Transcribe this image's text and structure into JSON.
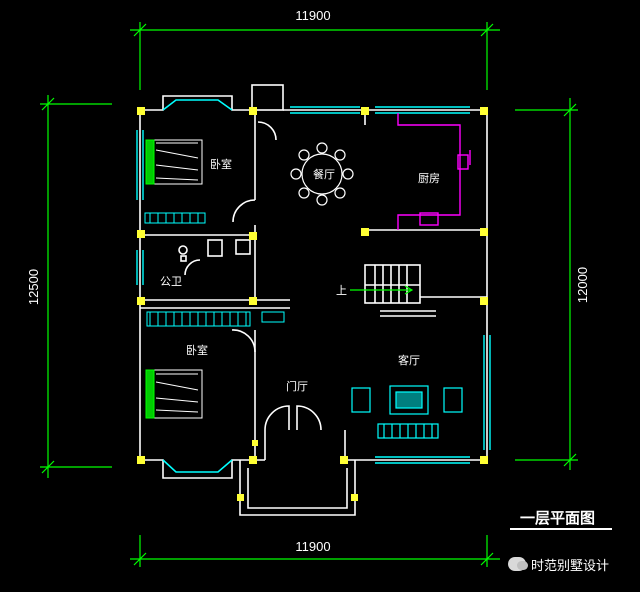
{
  "dimensions": {
    "top": "11900",
    "bottom": "11900",
    "left": "12500",
    "right": "12000"
  },
  "rooms": {
    "bedroom_upper": "卧室",
    "dining": "餐厅",
    "kitchen": "厨房",
    "bathroom": "公卫",
    "stair_up": "上",
    "bedroom_lower": "卧室",
    "foyer": "门厅",
    "living": "客厅"
  },
  "plan_title": "一层平面图",
  "watermark": "时范别墅设计",
  "colors": {
    "background": "#000000",
    "wall": "#ffffff",
    "dimension": "#00ff00",
    "column": "#ffff00",
    "window": "#00ffff",
    "kitchen_counter": "#ff00ff",
    "furniture": "#00ffff"
  }
}
